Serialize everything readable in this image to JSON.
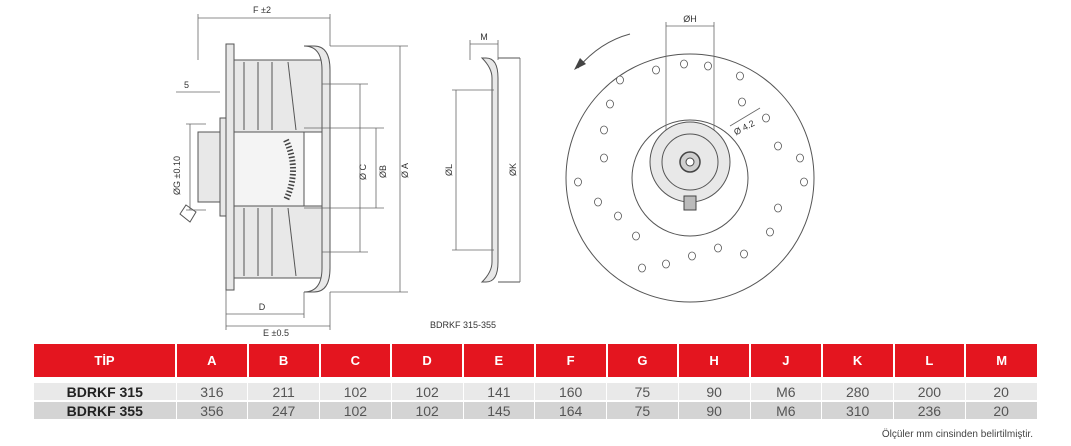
{
  "drawing": {
    "label_f": "F ±2",
    "label_5": "5",
    "label_g": "ØG ±0.10",
    "label_c": "Ø C",
    "label_b": "ØB",
    "label_a": "Ø A",
    "label_d": "D",
    "label_e": "E ±0.5",
    "label_m": "M",
    "label_l": "ØL",
    "label_k": "ØK",
    "label_h": "ØH",
    "label_hole": "Ø 4.2",
    "caption": "BDRKF 315-355"
  },
  "table": {
    "headers": [
      "TİP",
      "A",
      "B",
      "C",
      "D",
      "E",
      "F",
      "G",
      "H",
      "J",
      "K",
      "L",
      "M"
    ],
    "rows": [
      [
        "BDRKF 315",
        "316",
        "211",
        "102",
        "102",
        "141",
        "160",
        "75",
        "90",
        "M6",
        "280",
        "200",
        "20"
      ],
      [
        "BDRKF 355",
        "356",
        "247",
        "102",
        "102",
        "145",
        "164",
        "75",
        "90",
        "M6",
        "310",
        "236",
        "20"
      ]
    ]
  },
  "note": "Ölçüler mm cinsinden belirtilmiştir.",
  "colors": {
    "header_bg": "#e4151f",
    "row_a": "#e9e9e9",
    "row_b": "#d4d4d4"
  }
}
